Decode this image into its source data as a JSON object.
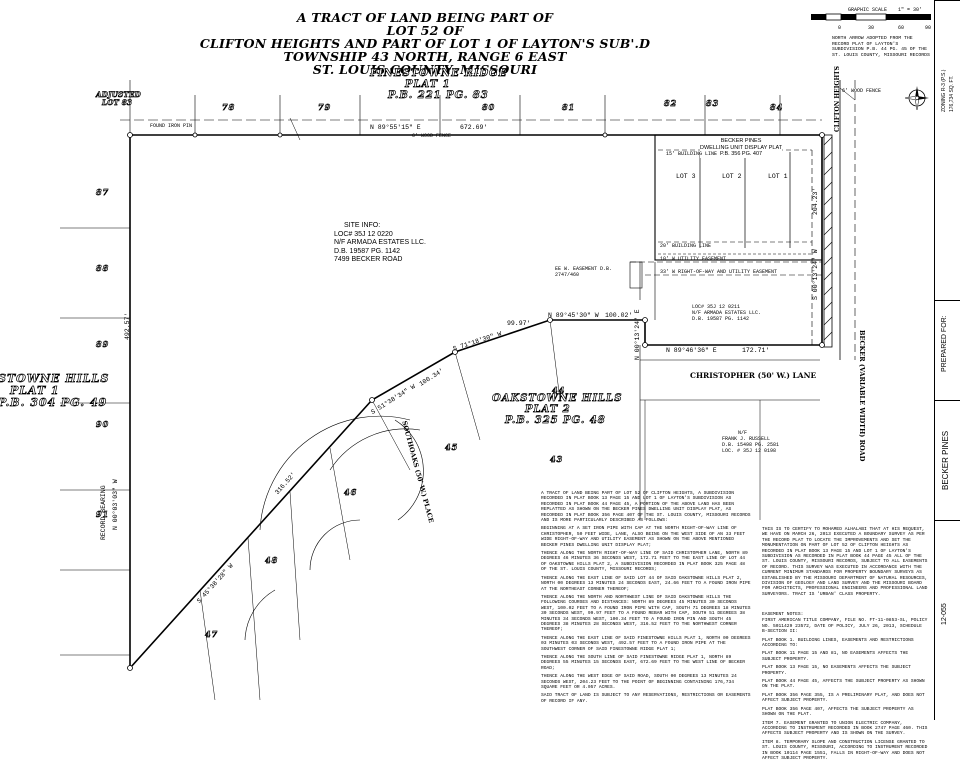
{
  "title": {
    "line1": "A TRACT OF LAND BEING PART OF",
    "line2": "LOT 52 OF",
    "line3": "CLIFTON HEIGHTS AND PART OF LOT 1 OF LAYTON'S SUB'.D",
    "line4": "TOWNSHIP 43 NORTH, RANGE 6 EAST",
    "line5": "ST. LOUIS COUNTY, MISSOURI"
  },
  "graphic_scale": {
    "label": "GRAPHIC SCALE",
    "ratio": "1\" = 30'",
    "ticks": [
      "0",
      "30",
      "60",
      "90"
    ]
  },
  "north_note": "NORTH ARROW ADOPTED FROM THE RECORD PLAT OF LAYTON'S SUBDIVISION P.B. 44 PG. 45 OF THE ST. LOUIS COUNTY, MISSOURI RECORDS",
  "subdivisions": {
    "finestowne_ridge": {
      "name": "FINESTOWNE RIDGE",
      "plat": "PLAT 1",
      "book": "P.B. 221 PG. 83"
    },
    "finestowne_hills": {
      "name": "STOWNE HILLS",
      "plat": "PLAT 1",
      "book": "P.B. 304 PG. 49"
    },
    "oakstowne_hills": {
      "name": "OAKSTOWNE HILLS",
      "plat": "PLAT 2",
      "book": "P.B. 325 PG. 48"
    }
  },
  "adjusted_lot": {
    "line1": "ADJUSTED",
    "line2": "LOT 83"
  },
  "top_lots": [
    "78",
    "79",
    "80",
    "81",
    "82",
    "83",
    "84"
  ],
  "left_lots": [
    "87",
    "88",
    "89",
    "90",
    "91"
  ],
  "interior_lots": [
    "43",
    "44",
    "45",
    "46",
    "47",
    "48"
  ],
  "site_info": {
    "heading": "SITE INFO:",
    "loc": "LOC# 35J 12 0220",
    "owner": "N/F ARMADA ESTATES LLC.",
    "deed": "D.B. 19587 PG. 1142",
    "address": "7499 BECKER ROAD"
  },
  "becker_pines": {
    "line1": "BECKER PINES",
    "line2": "DWELLING UNIT DISPLAY PLAT",
    "line3": "P.B. 356 PG. 407",
    "lots": [
      "LOT 3",
      "LOT 2",
      "LOT 1"
    ]
  },
  "bearings": {
    "north_line": "N 89°55'15\" E",
    "north_dist": "672.69'",
    "west_dist": "492.57'",
    "east_line": "S 00°13'24\" W",
    "east_dist": "204.23'",
    "south_line": "N 89°46'36\" E",
    "south_dist": "172.71'",
    "oak_line": "N 89°45'30\" W",
    "oak_dist": "100.02'",
    "oak_dist2": "99.97'",
    "diag1": "S 71°18'30\" W",
    "diag2": "S 51°38'34\" W",
    "diag2_dist": "100.34'",
    "diag3_dist": "316.52'",
    "diag4": "S 45°38'28\" W",
    "short_line": "N 00°13'24\" E",
    "west_bearing": "N 00°03'03\" W",
    "record_bearing": "RECORD BEARING"
  },
  "roads": {
    "becker": "BECKER (VARIABLE WIDTH) ROAD",
    "christopher": "CHRISTOPHER (50' W.) LANE",
    "southoaks": "SOUTHOAKS (50' W.) PLACE",
    "clifton": "CLIFTON HEIGHTS"
  },
  "misc": {
    "wood_fence": "6' WOOD FENCE",
    "wood_fence2": "6' WOOD FENCE",
    "building_line": "15' BUILDING LINE",
    "building_line2": "20' BUILDING LINE",
    "utility_easement": "10' W UTILITY EASEMENT",
    "row_utility": "33' W RIGHT-OF-WAY AND UTILITY EASEMENT",
    "ee_easement": "EE W. EASEMENT D.B. 2747/460",
    "sub_loc": "LOC# 35J 12 0211",
    "sub_owner": "N/F ARMADA ESTATES LLC.",
    "sub_deed": "D.B. 19587 PG. 1142",
    "russell_nf": "N/F",
    "russell_name": "FRANK J. RUSSELL",
    "russell_deed": "D.B. 15498 PG. 2581",
    "russell_loc": "LOC. # 35J 12 0198",
    "found_pin": "FOUND IRON PIN"
  },
  "legal_description": [
    "A TRACT OF LAND BEING PART OF LOT 52 OF CLIFTON HEIGHTS, A SUBDIVISION RECORDED IN PLAT BOOK 13 PAGE 15 AND LOT 1 OF LAYTON'S SUBDIVISION AS RECORDED IN PLAT BOOK 44 PAGE 45, A PORTION OF THE ABOVE LAND HAS BEEN REPLATTED AS SHOWN ON THE BECKER PINES DWELLING UNIT DISPLAY PLAT, AS RECORDED IN PLAT BOOK 356 PAGE 407 OF THE ST. LOUIS COUNTY, MISSOURI RECORDS AND IS MORE PARTICULARLY DESCRIBED AS FOLLOWS:",
    "BEGINNING AT A SET IRON PIPE WITH CAP AT THE NORTH RIGHT-OF-WAY LINE OF CHRISTOPHER, 50 FEET WIDE, LANE, ALSO BEING ON THE WEST SIDE OF AN 33 FEET WIDE RIGHT-OF-WAY AND UTILITY EASEMENT AS SHOWN ON THE ABOVE MENTIONED BECKER PINES DWELLING UNIT DISPLAY PLAT;",
    "THENCE ALONG THE NORTH RIGHT-OF-WAY LINE OF SAID CHRISTOPHER LANE, NORTH 89 DEGREES 46 MINUTES 36 SECONDS WEST, 172.71 FEET TO THE EAST LINE OF LOT 44 OF OAKSTOWNE HILLS PLAT 2, A SUBDIVISION RECORDED IN PLAT BOOK 325 PAGE 48 OF THE ST. LOUIS COUNTY, MISSOURI RECORDS;",
    "THENCE ALONG THE EAST LINE OF SAID LOT 44 OF SAID OAKSTOWNE HILLS PLAT 2, NORTH 00 DEGREES 13 MINUTES 24 SECONDS EAST, 24.66 FEET TO A FOUND IRON PIPE AT THE NORTHEAST CORNER THEREOF;",
    "THENCE ALONG THE NORTH AND NORTHWEST LINE OF SAID OAKSTOWNE HILLS THE FOLLOWING COURSES AND DISTANCES: NORTH 89 DEGREES 45 MINUTES 30 SECONDS WEST, 100.02 FEET TO A FOUND IRON PIPE WITH CAP, SOUTH 71 DEGREES 18 MINUTES 30 SECONDS WEST, 99.97 FEET TO A FOUND REBAR WITH CAP, SOUTH 51 DEGREES 38 MINUTES 34 SECONDS WEST, 100.34 FEET TO A FOUND IRON PIN AND SOUTH 45 DEGREES 38 MINUTES 28 SECONDS WEST, 316.52 FEET TO THE NORTHWEST CORNER THEREOF;",
    "THENCE ALONG THE EAST LINE OF SAID FINESTOWNE HILLS PLAT 1, NORTH 00 DEGREES 03 MINUTES 03 SECONDS WEST, 492.57 FEET TO A FOUND IRON PIPE AT THE SOUTHWEST CORNER OF SAID FINESTOWNE RIDGE PLAT 1;",
    "THENCE ALONG THE SOUTH LINE OF SAID FINESTOWNE RIDGE PLAT 1, NORTH 89 DEGREES 55 MINUTES 15 SECONDS EAST, 672.69 FEET TO THE WEST LINE OF BECKER ROAD;",
    "THENCE ALONG THE WEST EDGE OF SAID ROAD, SOUTH 00 DEGREES 13 MINUTES 24 SECONDS WEST, 204.23 FEET TO THE POINT OF BEGINNING CONTAINING 176,734 SQUARE FEET OR 4.057 ACRES.",
    "SAID TRACT OF LAND IS SUBJECT TO ANY RESERVATIONS, RESTRICTIONS OR EASEMENTS OF RECORD IF ANY."
  ],
  "certification": "THIS IS TO CERTIFY TO MOHAMED ALHALABI THAT AT HIS REQUEST, WE HAVE ON MARCH 26, 2013 EXECUTED A BOUNDARY SURVEY AS PER THE RECORD PLAT TO LOCATE THE IMPROVEMENTS AND SET THE MONUMENTATION ON PART OF LOT 52 OF CLIFTON HEIGHTS AS RECORDED IN PLAT BOOK 13 PAGE 15 AND LOT 1 OF LAYTON'S SUBDIVISION AS RECORDED IN PLAT BOOK 44 PAGE 45 ALL OF THE ST. LOUIS COUNTY, MISSOURI RECORDS, SUBJECT TO ALL EASEMENTS OF RECORD. THIS SURVEY WAS EXECUTED IN ACCORDANCE WITH THE CURRENT MINIMUM STANDARDS FOR PROPERTY BOUNDARY SURVEYS AS ESTABLISHED BY THE MISSOURI DEPARTMENT OF NATURAL RESOURCES, DIVISION OF GEOLOGY AND LAND SURVEY AND THE MISSOURI BOARD FOR ARCHITECTS, PROFESSIONAL ENGINEERS AND PROFESSIONAL LAND SURVEYORS. TRACT IS 'URBAN' CLASS PROPERTY.",
  "easement_notes": [
    "EASEMENT NOTES:",
    "FIRST AMERICAN TITLE COMPANY, FILE NO. FT-11-0853-SL, POLICY NO. 5011429 23572, DATE OF POLICY, JULY 26, 2013, SCHEDULE B-SECTION II:",
    "PLAT BOOK 1. BUILDING LINES, EASEMENTS AND RESTRICTIONS ACCORDING TO:",
    "PLAT BOOK 11 PAGE 15 AND 81, NO EASEMENTS AFFECTS THE SUBJECT PROPERTY.",
    "PLAT BOOK 13 PAGE 15, NO EASEMENTS AFFECTS THE SUBJECT PROPERTY.",
    "PLAT BOOK 44 PAGE 45, AFFECTS THE SUBJECT PROPERTY AS SHOWN ON THE PLAT.",
    "PLAT BOOK 356 PAGE 355, IS A PRELIMINARY PLAT, AND DOES NOT AFFECT SUBJECT PROPERTY.",
    "PLAT BOOK 356 PAGE 407, AFFECTS THE SUBJECT PROPERTY AS SHOWN ON THE PLAT.",
    "ITEM 7. EASEMENT GRANTED TO UNION ELECTRIC COMPANY, ACCORDING TO INSTRUMENT RECORDED IN BOOK 2747 PAGE 460. THIS AFFECTS SUBJECT PROPERTY AND IS SHOWN ON THE SURVEY.",
    "ITEM 8. TEMPORARY SLOPE AND CONSTRUCTION LICENSE GRANTED TO ST. LOUIS COUNTY, MISSOURI, ACCORDING TO INSTRUMENT RECORDED IN BOOK 10114 PAGE 1551, FALLS IN RIGHT-OF-WAY AND DOES NOT AFFECT SUBJECT PROPERTY."
  ],
  "title_block": {
    "prepared_for": "PREPARED FOR:",
    "project": "BECKER PINES",
    "zoning": "ZONING R-3 (P.S.)",
    "area": "176,734 SQ. FT.",
    "project_no": "12-055"
  }
}
